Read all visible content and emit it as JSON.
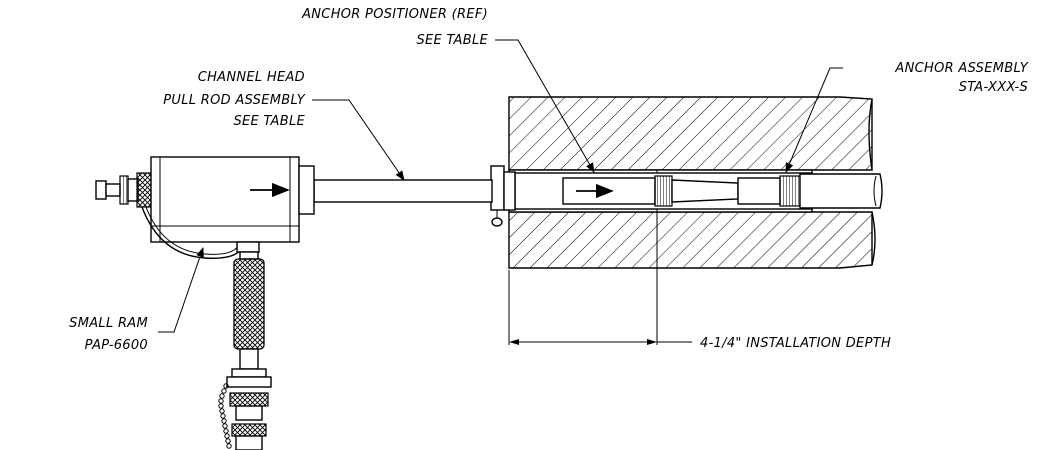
{
  "labels": {
    "anchor_positioner_line1": "ANCHOR POSITIONER (REF)",
    "anchor_positioner_line2": "SEE TABLE",
    "anchor_assembly_line1": "ANCHOR ASSEMBLY",
    "anchor_assembly_line2": "STA-XXX-S",
    "pull_rod_line1": "CHANNEL HEAD",
    "pull_rod_line2": "PULL ROD ASSEMBLY",
    "pull_rod_line3": "SEE TABLE",
    "small_ram_line1": "SMALL RAM",
    "small_ram_line2": "PAP-6600",
    "installation_depth": "4-1/4\" INSTALLATION DEPTH"
  }
}
